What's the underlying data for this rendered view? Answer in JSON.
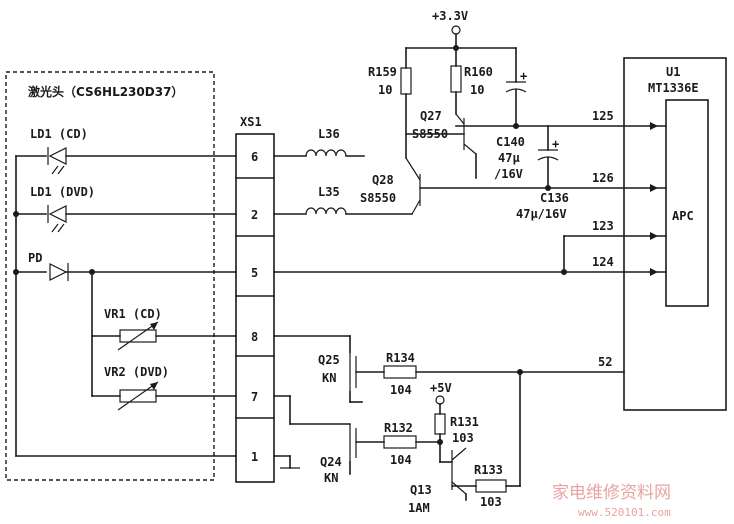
{
  "supply": {
    "v33": "+3.3V",
    "v5": "+5V"
  },
  "pickup": {
    "title": "激光头（CS6HL230D37）"
  },
  "diodes": {
    "ld_cd": "LD1 (CD)",
    "ld_dvd": "LD1 (DVD)",
    "pd": "PD"
  },
  "pots": {
    "vr1": "VR1 (CD)",
    "vr2": "VR2 (DVD)"
  },
  "connector": {
    "name": "XS1",
    "pins": [
      "6",
      "2",
      "5",
      "8",
      "7",
      "1"
    ]
  },
  "inductors": {
    "l36": "L36",
    "l35": "L35"
  },
  "resistors": {
    "r159": "R159",
    "r159_val": "10",
    "r160": "R160",
    "r160_val": "10",
    "r134": "R134",
    "r134_val": "104",
    "r131": "R131",
    "r131_val": "103",
    "r132": "R132",
    "r132_val": "104",
    "r133": "R133",
    "r133_val": "103"
  },
  "transistors": {
    "q27": "Q27",
    "q27_type": "S8550",
    "q28": "Q28",
    "q28_type": "S8550",
    "q25": "Q25",
    "q25_type": "KN",
    "q24": "Q24",
    "q24_type": "KN",
    "q13": "Q13",
    "q13_type": "1AM"
  },
  "capacitors": {
    "c140": "C140",
    "c140_val": "47μ",
    "c140_volt": "/16V",
    "c136": "C136",
    "c136_val": "47μ/16V",
    "plus": "+"
  },
  "ic": {
    "ref": "U1",
    "part": "MT1336E",
    "block": "APC",
    "pins": [
      "125",
      "126",
      "123",
      "124",
      "52"
    ]
  },
  "watermark": {
    "cn": "家电维修资料网",
    "url": "www.520101.com"
  }
}
